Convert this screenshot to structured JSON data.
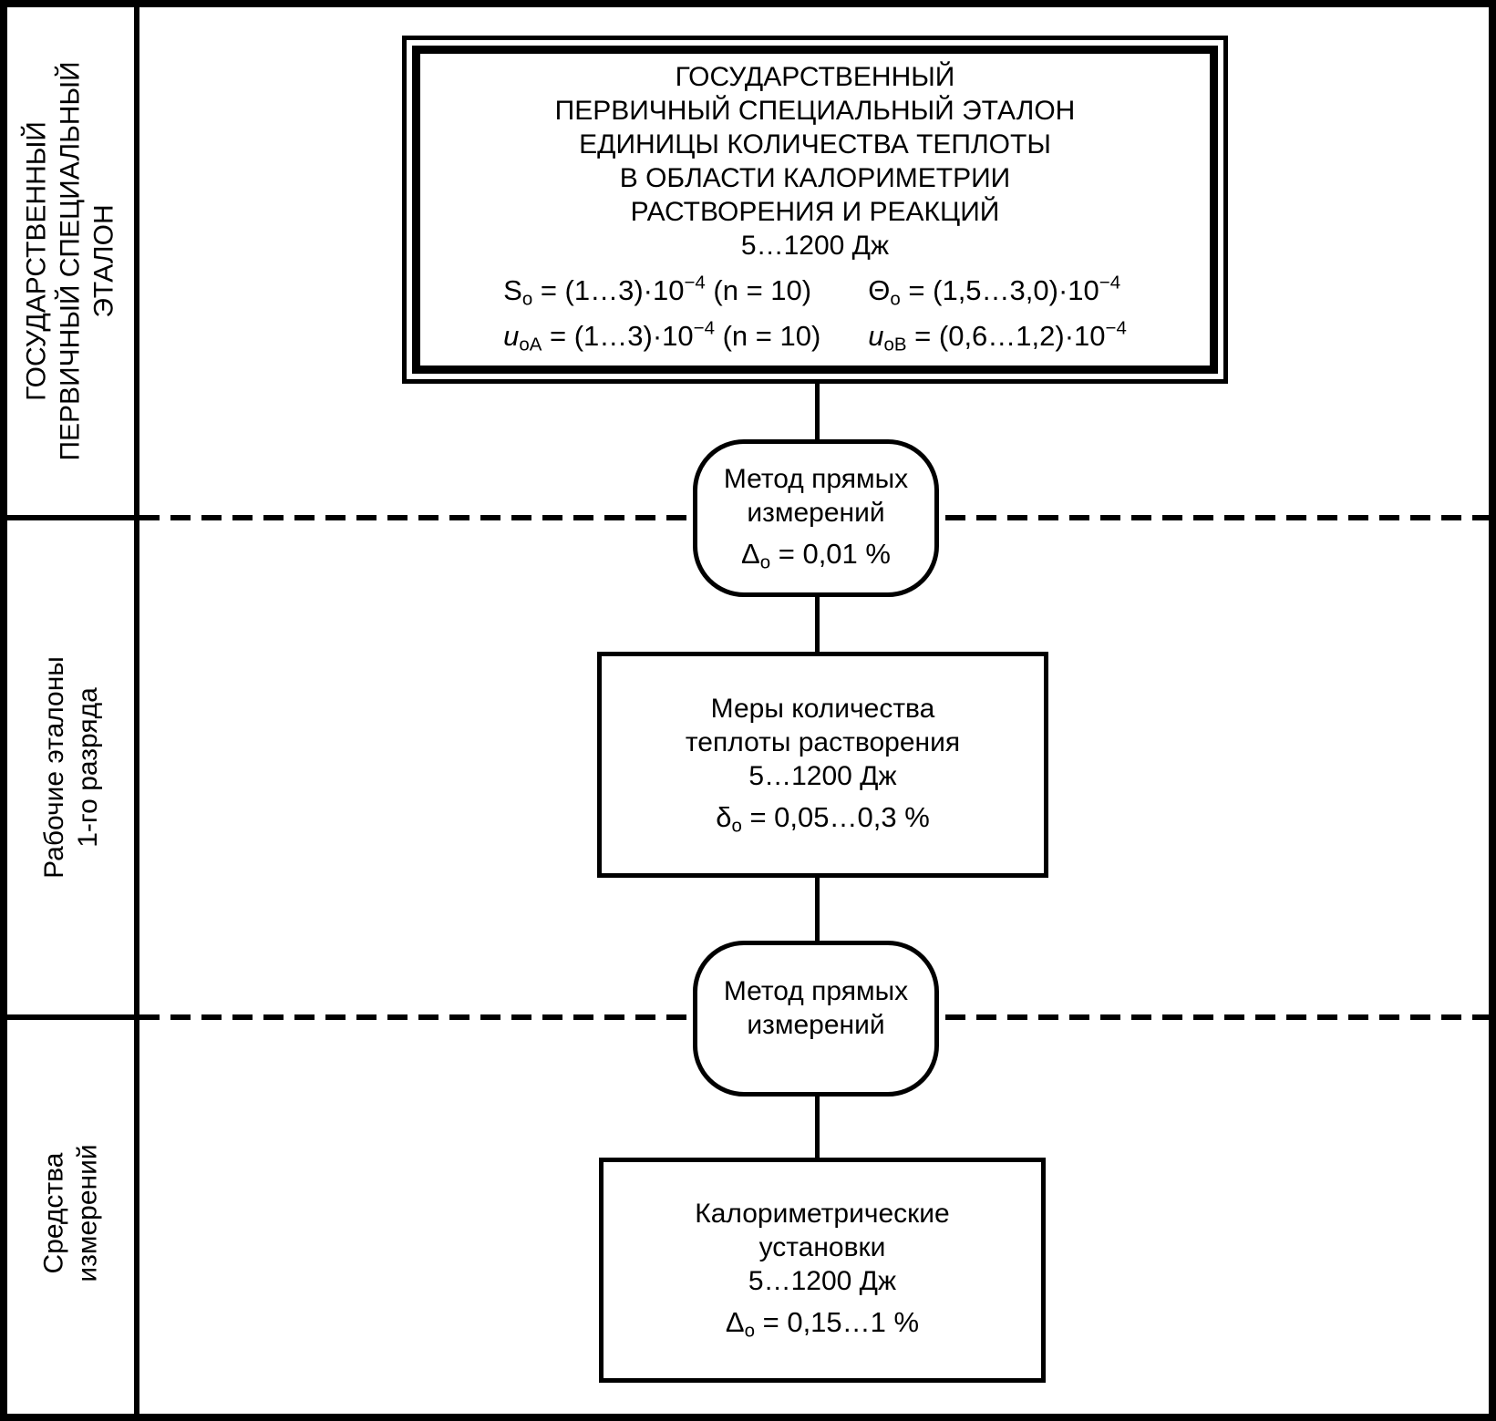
{
  "colors": {
    "ink": "#000000",
    "paper": "#ffffff"
  },
  "sidebar": {
    "sections": [
      {
        "lines": [
          "ГОСУДАРСТВЕННЫЙ",
          "ПЕРВИЧНЫЙ СПЕЦИАЛЬНЫЙ",
          "ЭТАЛОН"
        ]
      },
      {
        "lines": [
          "Рабочие эталоны",
          "1-го разряда"
        ]
      },
      {
        "lines": [
          "Средства",
          "измерений"
        ]
      }
    ]
  },
  "nodes": {
    "standard": {
      "lines": [
        "ГОСУДАРСТВЕННЫЙ",
        "ПЕРВИЧНЫЙ СПЕЦИАЛЬНЫЙ ЭТАЛОН",
        "ЕДИНИЦЫ КОЛИЧЕСТВА ТЕПЛОТЫ",
        "В ОБЛАСТИ КАЛОРИМЕТРИИ",
        "РАСТВОРЕНИЯ И РЕАКЦИЙ"
      ],
      "range": "5…1200 Дж",
      "formulas": {
        "s": {
          "sym": "S",
          "sub": "о",
          "mid": " = (1…3)·10",
          "sup": "−4",
          "tail": " (n = 10)"
        },
        "theta": {
          "sym": "Θ",
          "sub": "о",
          "mid": " = (1,5…3,0)·10",
          "sup": "−4",
          "tail": ""
        },
        "ua": {
          "sym": "u",
          "sub": "оА",
          "mid": " = (1…3)·10",
          "sup": "−4",
          "tail": " (n = 10)"
        },
        "ub": {
          "sym": "u",
          "sub": "оВ",
          "mid": " = (0,6…1,2)·10",
          "sup": "−4",
          "tail": ""
        }
      }
    },
    "method1": {
      "lines": [
        "Метод прямых",
        "измерений"
      ],
      "formula": {
        "sym": "Δ",
        "sub": "о",
        "mid": " = 0,01 %"
      }
    },
    "measures": {
      "lines": [
        "Меры количества",
        "теплоты растворения"
      ],
      "range": "5…1200 Дж",
      "formula": {
        "sym": "δ",
        "sub": "о",
        "mid": " = 0,05…0,3 %"
      }
    },
    "method2": {
      "lines": [
        "Метод прямых",
        "измерений"
      ]
    },
    "calorimeters": {
      "lines": [
        "Калориметрические",
        "установки"
      ],
      "range": "5…1200 Дж",
      "formula": {
        "sym": "Δ",
        "sub": "о",
        "mid": " = 0,15…1 %"
      }
    }
  }
}
